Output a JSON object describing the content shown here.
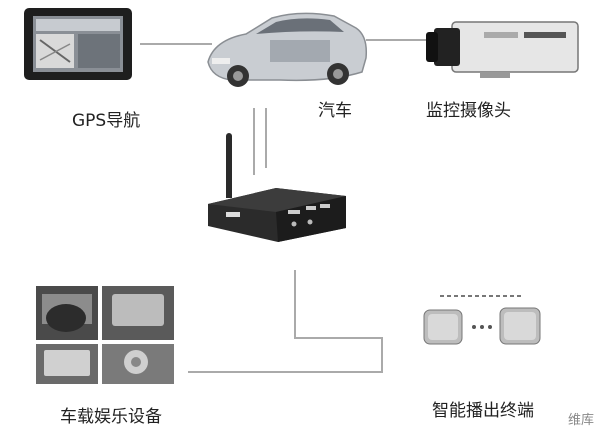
{
  "nodes": {
    "gps": {
      "label": "GPS导航"
    },
    "car": {
      "label": "汽车"
    },
    "camera": {
      "label": "监控摄像头"
    },
    "entertainment": {
      "label": "车载娱乐设备"
    },
    "terminal": {
      "label": "智能播出终端"
    }
  },
  "watermark": {
    "text": "维库"
  },
  "colors": {
    "line": "#aaaaaa",
    "device_dark": "#1f1f1f",
    "label": "#222222"
  }
}
